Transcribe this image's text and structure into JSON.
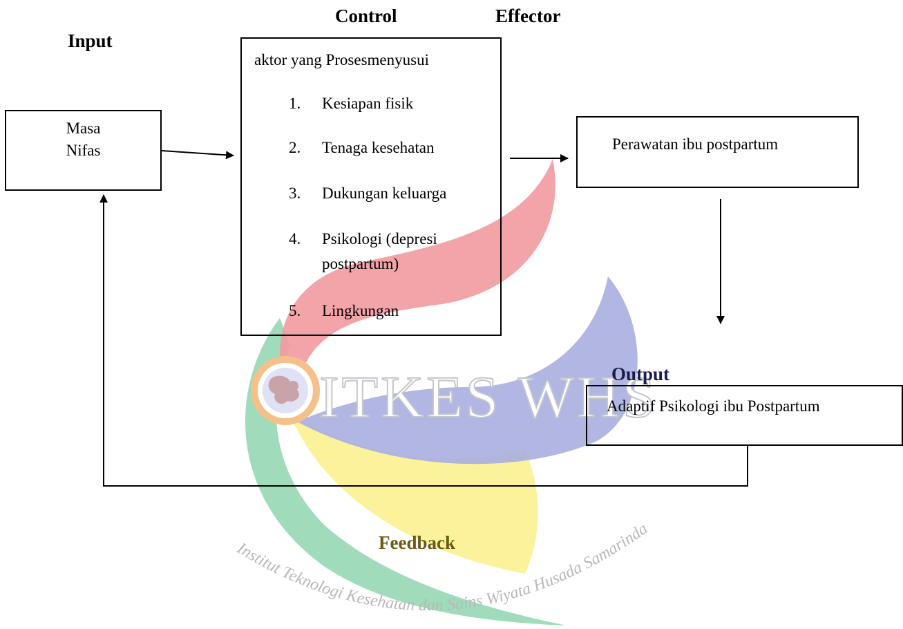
{
  "labels": {
    "input": "Input",
    "control": "Control",
    "effector": "Effector",
    "output": "Output",
    "feedback": "Feedback"
  },
  "input_box": {
    "line1": "Masa",
    "line2": "Nifas"
  },
  "control_box": {
    "heading": "aktor yang Prosesmenyusui",
    "items": [
      {
        "num": "1.",
        "text": "Kesiapan fisik"
      },
      {
        "num": "2.",
        "text": "Tenaga kesehatan"
      },
      {
        "num": "3.",
        "text": "Dukungan keluarga"
      },
      {
        "num": "4.",
        "text": "Psikologi (depresi",
        "text2": "postpartum)"
      },
      {
        "num": "5.",
        "text": "Lingkungan"
      }
    ]
  },
  "effector_box": {
    "text": "Perawatan ibu postpartum"
  },
  "output_box": {
    "text": "Adaptif Psikologi ibu Postpartum"
  },
  "watermark": {
    "title": "ITKES WHS",
    "arc_text": "Institut Teknologi Kesehatan dan Sains Wiyata Husada Samarinda",
    "colors": {
      "red": "#f29aa0",
      "blue": "#a9aee0",
      "yellow": "#fbf08a",
      "green": "#8fd6b0",
      "orange": "#f6c08a"
    }
  }
}
